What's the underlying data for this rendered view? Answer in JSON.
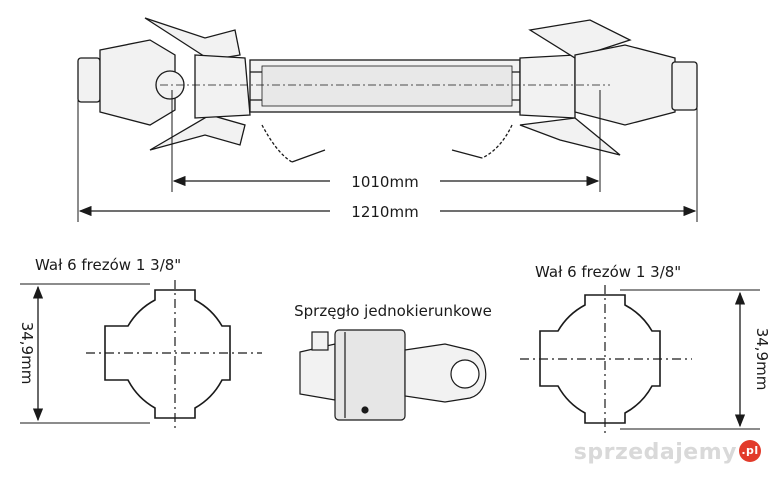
{
  "dimensions": {
    "inner": "1010mm",
    "outer": "1210mm"
  },
  "shafts": {
    "left_label": "Wał 6 frezów 1 3/8\"",
    "right_label": "Wał 6 frezów 1 3/8\"",
    "diameter": "34,9mm"
  },
  "clutch": {
    "label": "Sprzęgło jednokierunkowe"
  },
  "watermark": {
    "text": "sprzedajemy",
    "badge": ".pl"
  },
  "colors": {
    "line": "#1a1a1a",
    "part_fill": "#f2f2f2",
    "watermark_badge": "#e23b2b"
  }
}
